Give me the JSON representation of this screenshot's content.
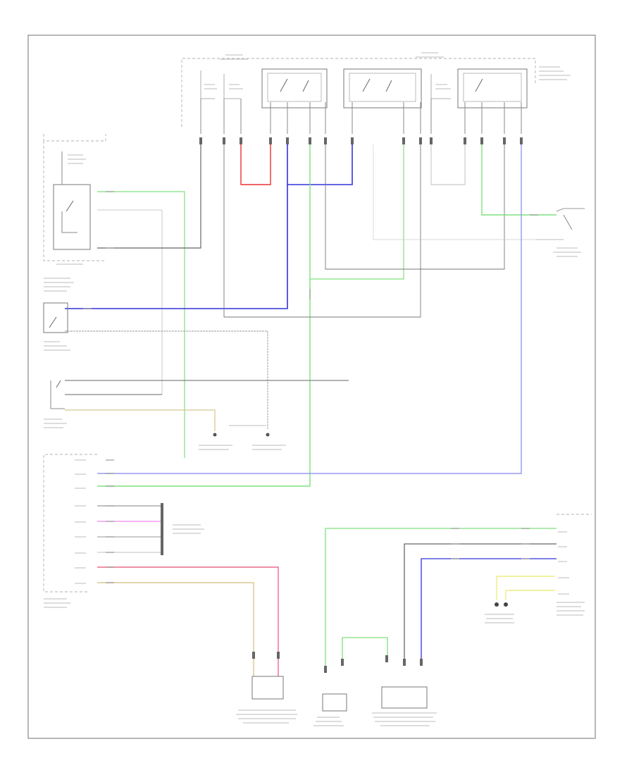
{
  "diagram": {
    "footer_code": "",
    "colors": {
      "green": "#7ee07e",
      "blue": "#3232dc",
      "light_blue": "#9898ee",
      "red": "#ee3030",
      "pink": "#ee6a8a",
      "magenta": "#ee88ee",
      "tan": "#d8c890",
      "yellow": "#eeee80",
      "gray": "#9a9a9a",
      "dark": "#444444"
    },
    "components": [
      {
        "id": "main-relay-module",
        "caption": ""
      },
      {
        "id": "engine-room-relay",
        "caption": ""
      },
      {
        "id": "relay-1",
        "caption": ""
      },
      {
        "id": "relay-2",
        "caption": ""
      },
      {
        "id": "relay-3",
        "caption": ""
      },
      {
        "id": "top-right-module",
        "caption": ""
      },
      {
        "id": "switch-block",
        "caption": ""
      },
      {
        "id": "stop-light-switch",
        "caption": ""
      },
      {
        "id": "ecm-module",
        "caption": ""
      },
      {
        "id": "right-connector",
        "caption": ""
      },
      {
        "id": "cooling-fan-motor",
        "caption": ""
      },
      {
        "id": "bottom-sensor-1",
        "caption": ""
      },
      {
        "id": "bottom-sensor-2",
        "caption": ""
      },
      {
        "id": "bottom-sensor-3",
        "caption": ""
      }
    ]
  }
}
